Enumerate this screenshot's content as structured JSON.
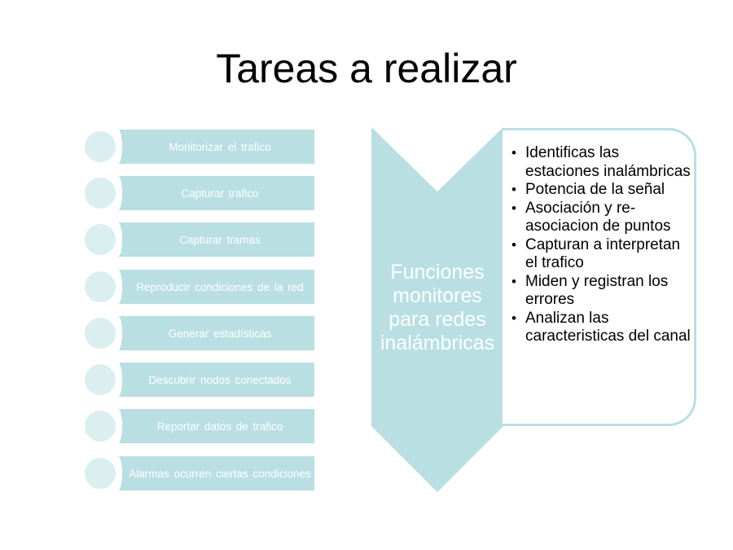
{
  "title": "Tareas a realizar",
  "colors": {
    "accent": "#b9dfe2",
    "circle": "#dbeef0",
    "text_on_accent": "#ffffff",
    "text": "#000000"
  },
  "tasks": [
    {
      "label": "Monitorizar  el trafico"
    },
    {
      "label": "Capturar  trafico"
    },
    {
      "label": "Capturar  tramas"
    },
    {
      "label": "Reproducir  condiciones  de la red"
    },
    {
      "label": "Generar  estadísticas"
    },
    {
      "label": "Descubrir nodos  conectados"
    },
    {
      "label": "Reportar  datos  de  trafico"
    },
    {
      "label": "Alarmas  ocurren  ciertas condiciones"
    }
  ],
  "functions": {
    "heading": "Funciones monitores para redes inalámbricas",
    "bullet_glyph": "•",
    "items": [
      "Identificas las estaciones inalámbricas",
      "Potencia de la señal",
      "Asociación y re-asociacion de puntos",
      "Capturan a interpretan el trafico",
      "Miden y registran los errores",
      "Analizan las caracteristicas del canal"
    ]
  }
}
